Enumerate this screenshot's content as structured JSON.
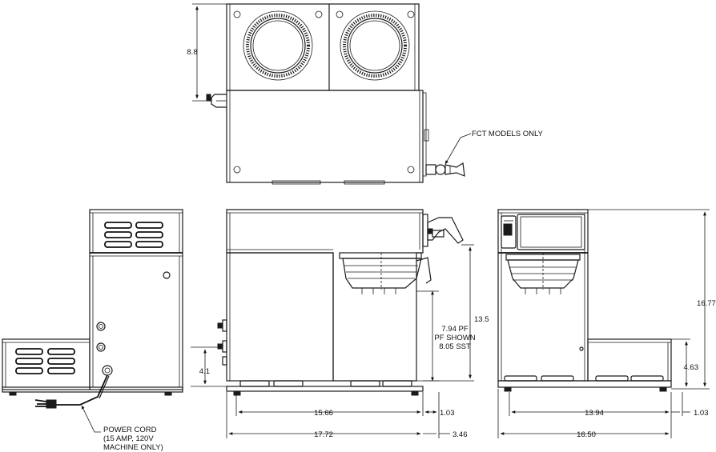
{
  "dimensions": {
    "top_depth": "8.8",
    "overall_height": "13.5",
    "funnel_clearance_line1": "7.94 PF",
    "funnel_clearance_line2": "PF SHOWN",
    "funnel_clearance_line3": "8.05 SST",
    "base_height": "4.1",
    "inner_width_side": "15.66",
    "overhang_side": "1.03",
    "overall_width_side": "17.72",
    "faucet_offset": "3.46",
    "front_height": "16.77",
    "warmer_height": "4.63",
    "inner_width_front": "13.94",
    "overhang_front": "1.03",
    "overall_width_front": "16.50"
  },
  "notes": {
    "fct_models": "FCT MODELS ONLY",
    "power_cord_line1": "POWER CORD",
    "power_cord_line2": "(15 AMP, 120V",
    "power_cord_line3": "MACHINE ONLY)"
  }
}
